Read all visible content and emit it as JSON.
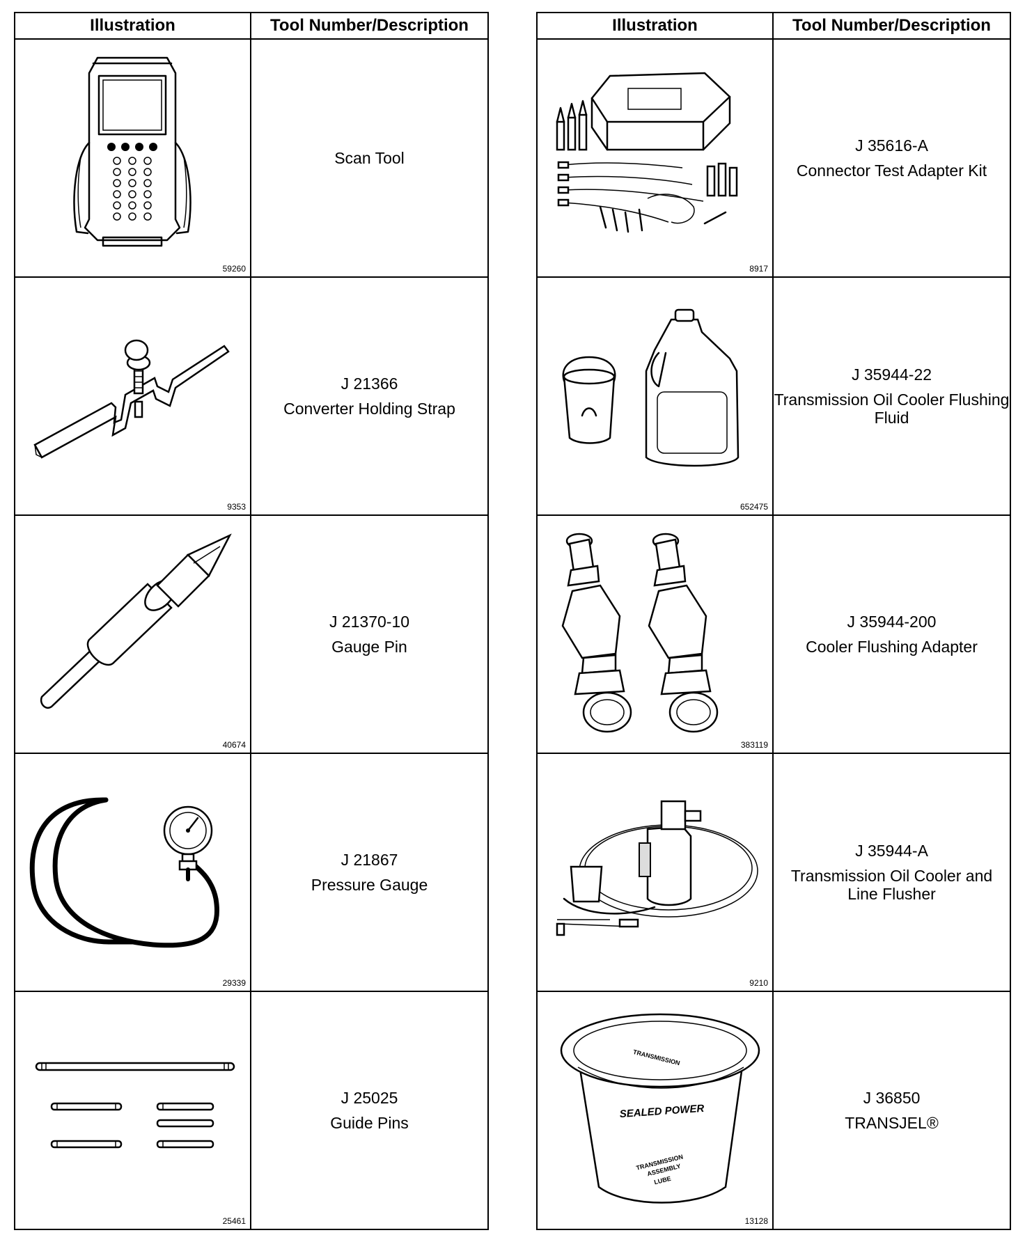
{
  "headers": {
    "illustration": "Illustration",
    "description": "Tool Number/Description"
  },
  "left_tools": [
    {
      "number": "",
      "name": "Scan Tool",
      "figure": "59260",
      "icon": "scan-tool-icon"
    },
    {
      "number": "J 21366",
      "name": "Converter Holding Strap",
      "figure": "9353",
      "icon": "holding-strap-icon"
    },
    {
      "number": "J 21370-10",
      "name": "Gauge Pin",
      "figure": "40674",
      "icon": "gauge-pin-icon"
    },
    {
      "number": "J 21867",
      "name": "Pressure Gauge",
      "figure": "29339",
      "icon": "pressure-gauge-icon"
    },
    {
      "number": "J 25025",
      "name": "Guide Pins",
      "figure": "25461",
      "icon": "guide-pins-icon"
    }
  ],
  "right_tools": [
    {
      "number": "J 35616-A",
      "name": "Connector Test Adapter Kit",
      "figure": "8917",
      "icon": "adapter-kit-icon"
    },
    {
      "number": "J 35944-22",
      "name": "Transmission Oil Cooler Flushing Fluid",
      "figure": "652475",
      "icon": "fluid-jug-icon"
    },
    {
      "number": "J 35944-200",
      "name": "Cooler Flushing Adapter",
      "figure": "383119",
      "icon": "flushing-adapter-icon"
    },
    {
      "number": "J 35944-A",
      "name": "Transmission Oil Cooler and Line Flusher",
      "figure": "9210",
      "icon": "line-flusher-icon"
    },
    {
      "number": "J 36850",
      "name": "TRANSJEL®",
      "figure": "13128",
      "icon": "transjel-tub-icon"
    }
  ],
  "tub_label": {
    "brand": "SEALED POWER",
    "product_1": "TRANSMISSION",
    "product_2": "ASSEMBLY",
    "product_3": "LUBE"
  }
}
